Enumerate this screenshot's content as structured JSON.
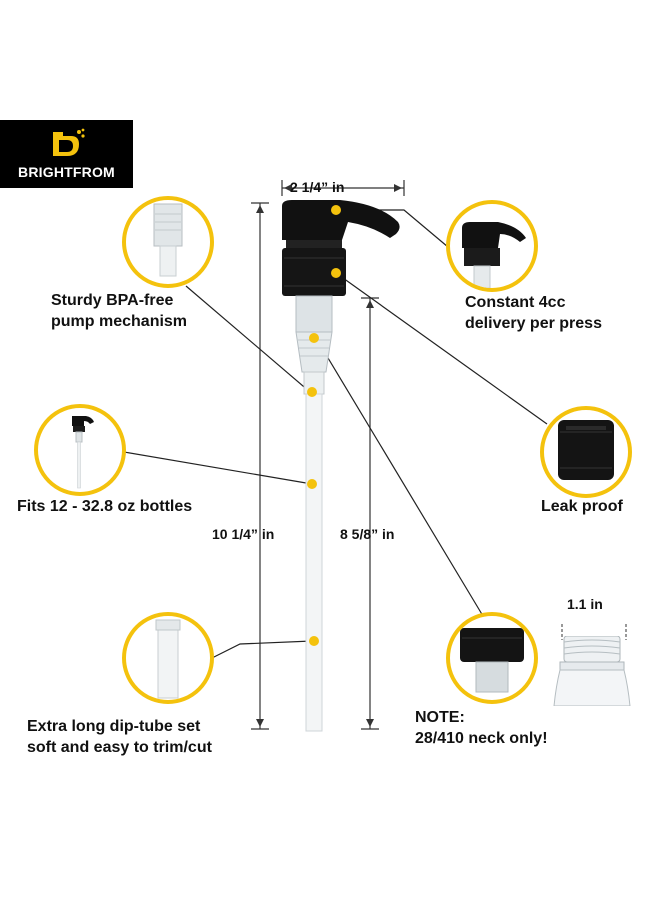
{
  "brand": {
    "name": "BRIGHTFROM"
  },
  "dimensions": {
    "width": "2 1/4” in",
    "total_length": "10 1/4” in",
    "tube_length": "8 5/8” in",
    "neck": "1.1 in"
  },
  "features": {
    "pump_mechanism": [
      "Sturdy BPA-free",
      "pump mechanism"
    ],
    "delivery": [
      "Constant 4cc",
      "delivery per press"
    ],
    "fits": "Fits 12 - 32.8 oz bottles",
    "leak_proof": "Leak proof",
    "dip_tube": [
      "Extra long dip-tube set",
      "soft and easy to trim/cut"
    ],
    "note": [
      "NOTE:",
      "28/410 neck only!"
    ]
  },
  "colors": {
    "accent": "#f4c20d",
    "brand_bg": "#000000",
    "pump_black": "#111111"
  },
  "icons": [
    "brightfrom-logo-icon",
    "spray-bottle-icon"
  ]
}
